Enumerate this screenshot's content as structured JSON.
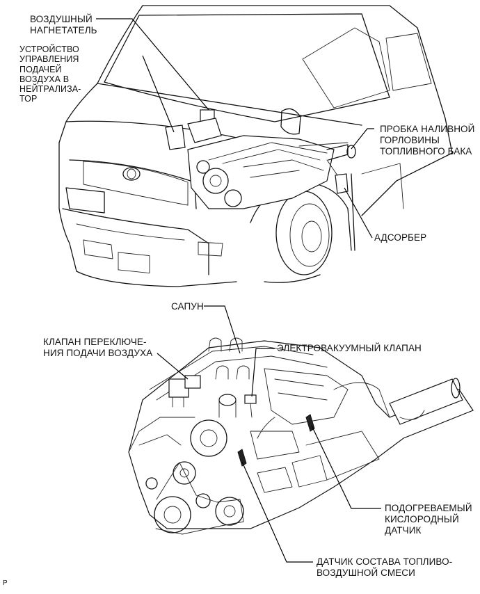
{
  "labels": {
    "air_pump": [
      "ВОЗДУШНЫЙ",
      "НАГНЕТАТЕЛЬ"
    ],
    "air_injection_control": [
      "УСТРОЙСТВО",
      "УПРАВЛЕНИЯ",
      "ПОДАЧЕЙ",
      "ВОЗДУХА В",
      "НЕЙТРАЛИЗА-",
      "ТОР"
    ],
    "fuel_cap": [
      "ПРОБКА НАЛИВНОЙ",
      "ГОРЛОВИНЫ",
      "ТОПЛИВНОГО БАКА"
    ],
    "canister": [
      "АДСОРБЕР"
    ],
    "breather": [
      "САПУН"
    ],
    "air_switching_valve": [
      "КЛАПАН ПЕРЕКЛЮЧЕ-",
      "НИЯ ПОДАЧИ ВОЗДУХА"
    ],
    "vsv": [
      "ЭЛЕКТРОВАКУУМНЫЙ КЛАПАН"
    ],
    "heated_o2_sensor": [
      "ПОДОГРЕВАЕМЫЙ",
      "КИСЛОРОДНЫЙ",
      "ДАТЧИК"
    ],
    "af_sensor": [
      "ДАТЧИК СОСТАВА ТОПЛИВО-",
      "ВОЗДУШНОЙ СМЕСИ"
    ]
  },
  "figure_code": "P"
}
